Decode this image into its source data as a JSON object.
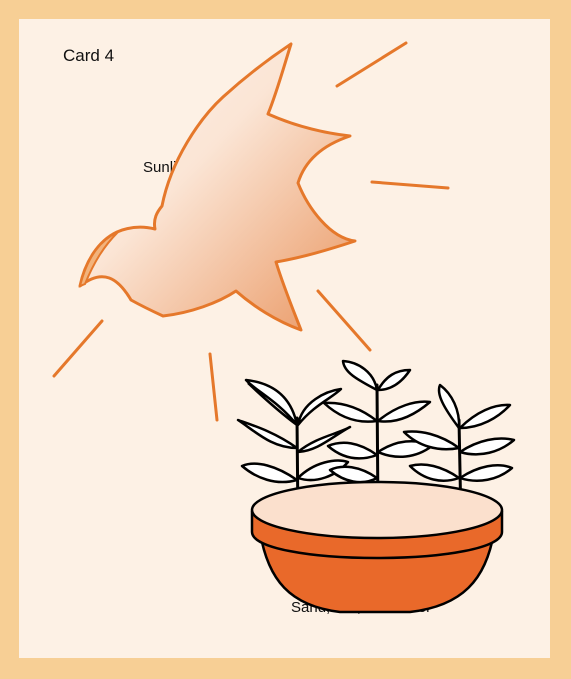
{
  "card": {
    "title": "Card 4",
    "sun_label": "Sunlight",
    "pot_label": "Sand, soil, and water"
  },
  "colors": {
    "outer_border": "#f7cf95",
    "card_background": "#fdf1e5",
    "sun_stroke": "#e5782b",
    "sun_fill_light": "#fdf1e5",
    "sun_fill_dark": "#eaa070",
    "pot_orange": "#e9692a",
    "pot_soil": "#fbe0cd",
    "leaf_outline": "#000000"
  }
}
